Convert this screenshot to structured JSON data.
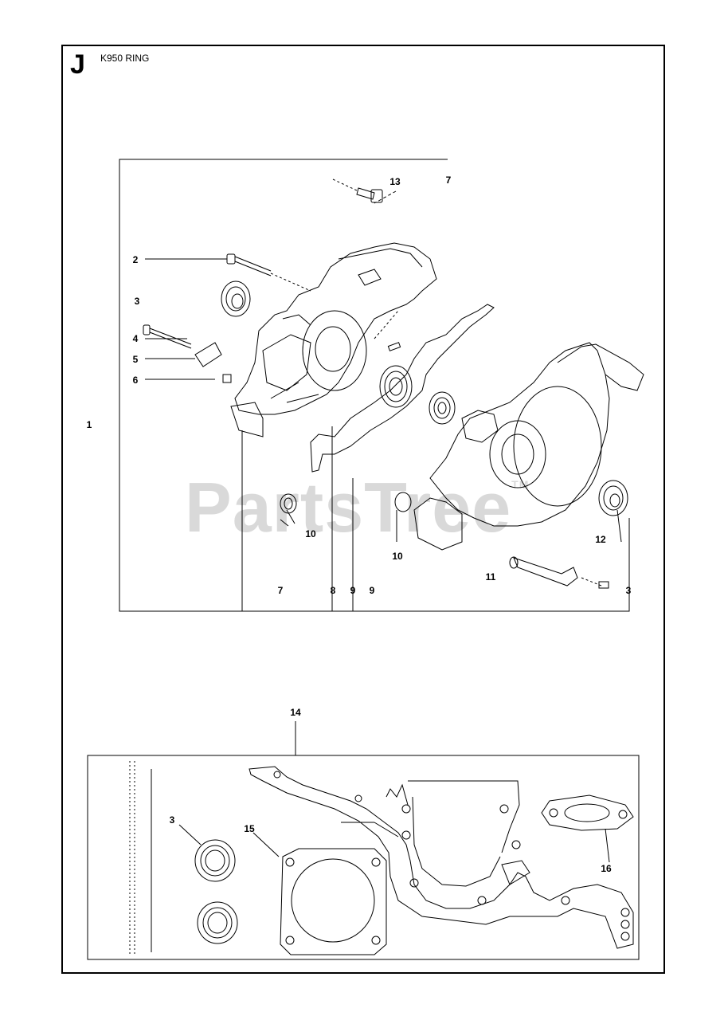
{
  "header": {
    "section_letter": "J",
    "model": "K950 RING"
  },
  "watermark": {
    "brand": "PartsTree",
    "tm": "TM"
  },
  "callouts_top": {
    "c1": "1",
    "c2": "2",
    "c3a": "3",
    "c4": "4",
    "c5": "5",
    "c6": "6",
    "c7top": "7",
    "c13": "13",
    "c10a": "10",
    "c10b": "10",
    "c12": "12",
    "c11": "11",
    "c7bot": "7",
    "c8": "8",
    "c9a": "9",
    "c9b": "9",
    "c3b": "3"
  },
  "callouts_bottom": {
    "c14": "14",
    "c3": "3",
    "c15": "15",
    "c16": "16"
  }
}
